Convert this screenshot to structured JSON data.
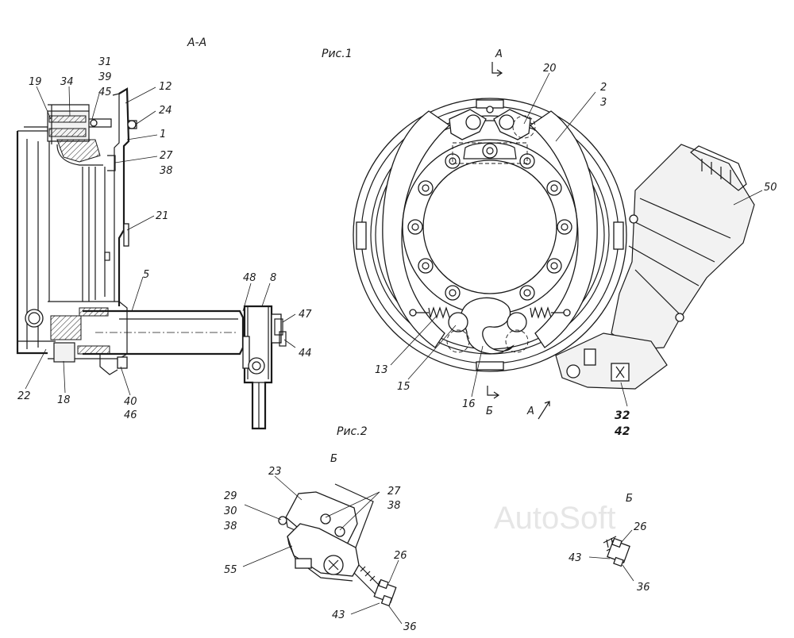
{
  "titles": {
    "section": "А-А",
    "fig1": "Рис.1",
    "fig2": "Рис.2",
    "view_b_center": "Б",
    "view_b_right": "Б",
    "cut_a_top": "А",
    "cut_a_bottom": "А",
    "cut_b": "Б"
  },
  "watermark": "AutoSoft",
  "section_labels": {
    "l31": "31",
    "l39": "39",
    "l45": "45",
    "l19": "19",
    "l34": "34",
    "l12": "12",
    "l24": "24",
    "l1": "1",
    "l27": "27",
    "l38": "38",
    "l21": "21",
    "l5": "5",
    "l48": "48",
    "l8": "8",
    "l47": "47",
    "l44": "44",
    "l22": "22",
    "l18": "18",
    "l40": "40",
    "l46": "46"
  },
  "fig1_labels": {
    "l20": "20",
    "l2": "2",
    "l3": "3",
    "l50": "50",
    "l13": "13",
    "l15": "15",
    "l16": "16",
    "l32": "32",
    "l42": "42"
  },
  "fig2_labels": {
    "l23": "23",
    "l27": "27",
    "l38": "38",
    "l29": "29",
    "l30": "30",
    "l38b": "38",
    "l55": "55",
    "l26": "26",
    "l43": "43",
    "l36": "36"
  },
  "detail_labels": {
    "l26": "26",
    "l43": "43",
    "l36": "36"
  }
}
